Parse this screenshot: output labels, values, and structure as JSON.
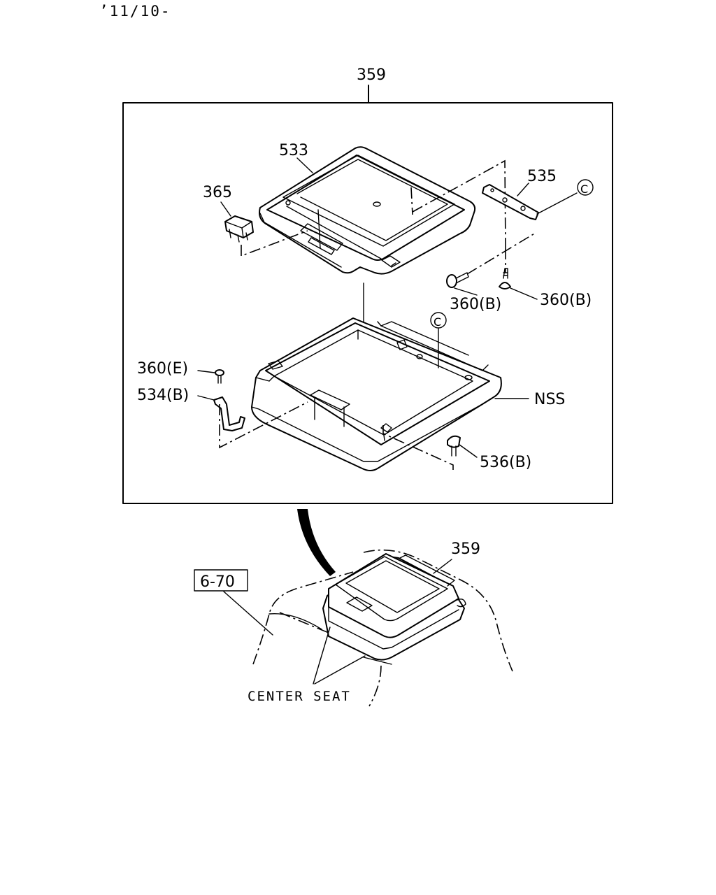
{
  "header": {
    "date_code": "’11/10-"
  },
  "labels": {
    "assembly_top": "359",
    "cover": "533",
    "switch": "365",
    "bracket": "535",
    "screw_left": "360(B)",
    "screw_right": "360(B)",
    "ref_c_top": "C",
    "ref_c_bottom": "C",
    "screw_e": "360(E)",
    "bracket_b": "534(B)",
    "nss": "NSS",
    "clip": "536(B)",
    "assembly_bottom": "359",
    "page_ref": "6-70",
    "center_seat": "CENTER SEAT"
  }
}
